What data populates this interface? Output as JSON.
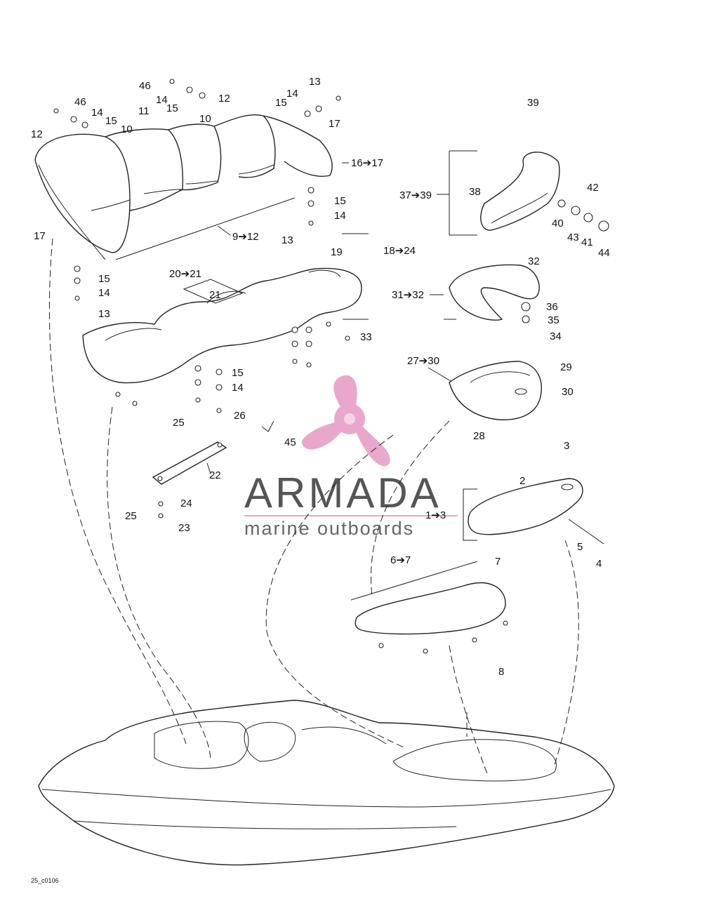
{
  "watermark": {
    "brand": "ARMADA",
    "tagline": "marine outboards",
    "color": "#e8a3c9"
  },
  "reference_code": "25_c0106",
  "labels": [
    "46",
    "14",
    "15",
    "12",
    "10",
    "11",
    "12",
    "10",
    "17",
    "46",
    "14",
    "15",
    "13",
    "14",
    "15",
    "17",
    "16➔17",
    "15",
    "14",
    "13",
    "9➔12",
    "17",
    "15",
    "14",
    "13",
    "19",
    "20➔21",
    "21",
    "33",
    "15",
    "14",
    "26",
    "25",
    "45",
    "22",
    "24",
    "25",
    "23",
    "39",
    "37➔39",
    "38",
    "42",
    "40",
    "43",
    "41",
    "44",
    "18➔24",
    "32",
    "31➔32",
    "36",
    "35",
    "34",
    "27➔30",
    "29",
    "30",
    "28",
    "3",
    "2",
    "1➔3",
    "5",
    "4",
    "6➔7",
    "7",
    "8"
  ]
}
